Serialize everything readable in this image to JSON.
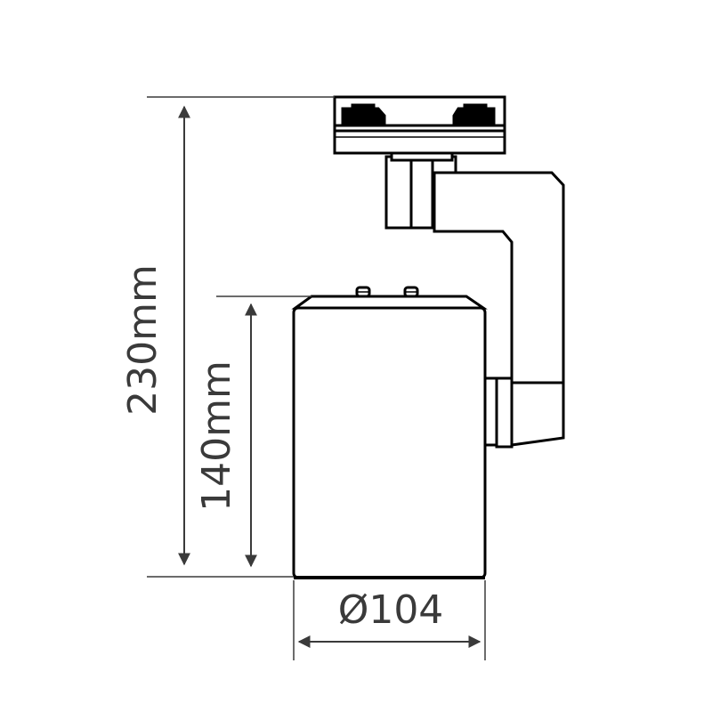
{
  "dimensions": {
    "total_height": "230mm",
    "body_height": "140mm",
    "diameter": "Ø104"
  },
  "colors": {
    "outline": "#000000",
    "dimension": "#3a3a3a"
  }
}
